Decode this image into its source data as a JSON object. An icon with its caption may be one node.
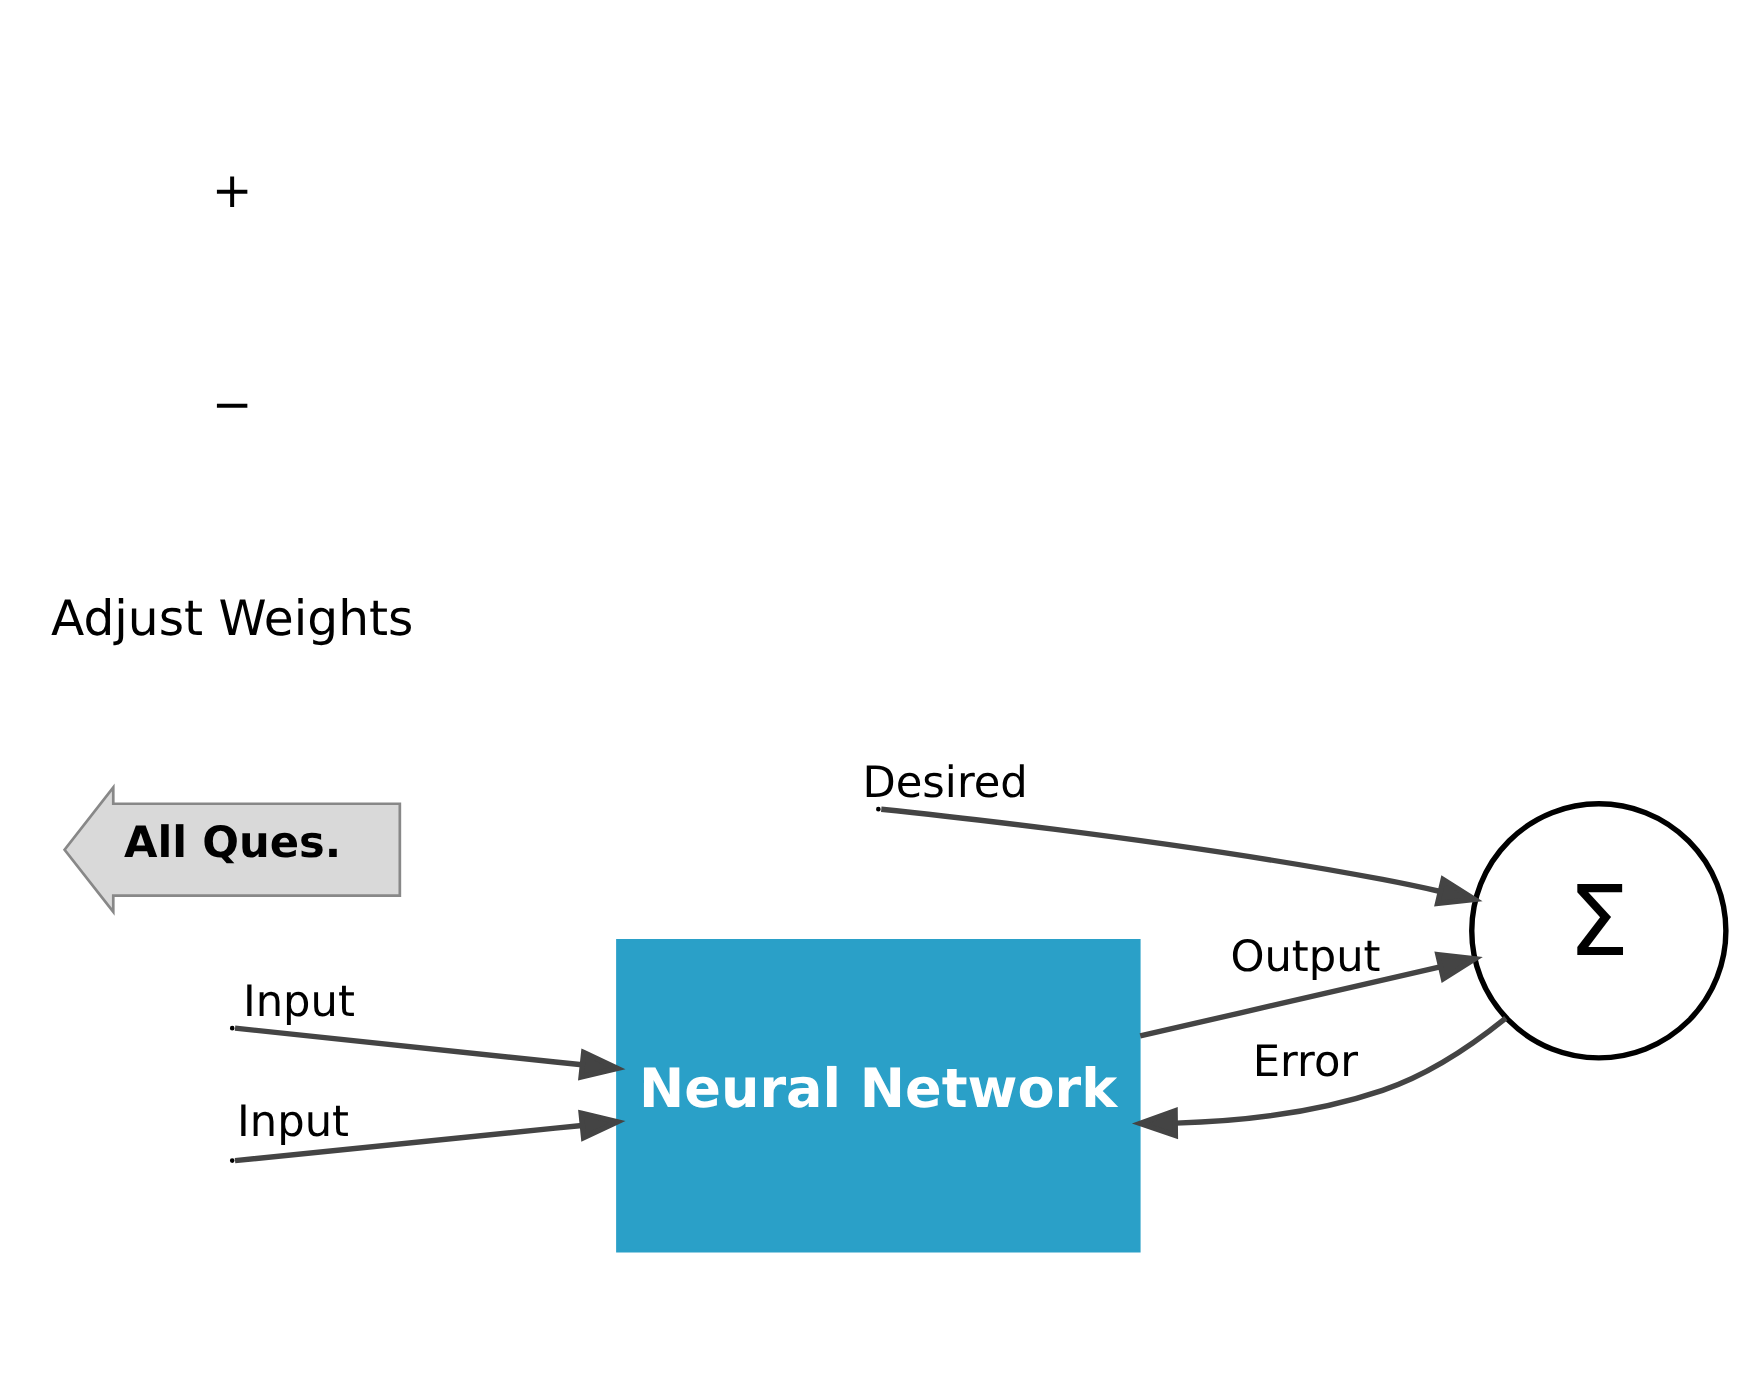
{
  "diagram": {
    "nodes": [
      {
        "text": [
          "Neural Network"
        ]
      },
      {
        "text": [
          "Σ"
        ]
      },
      {
        "text": [
          "All Ques."
        ]
      }
    ],
    "edges": [
      {
        "from": null,
        "to": 0,
        "arrow": "to",
        "label": "Input"
      },
      {
        "from": null,
        "to": 0,
        "arrow": "to",
        "label": "Input"
      },
      {
        "from": 0,
        "to": 1,
        "arrow": "to",
        "label": "Output"
      },
      {
        "from": 1,
        "to": 0,
        "arrow": "to",
        "label": "Error"
      },
      {
        "from": null,
        "to": 1,
        "arrow": "to",
        "label": "Desired"
      }
    ],
    "labels": [
      "Adjust Weights",
      "−",
      "+"
    ]
  }
}
